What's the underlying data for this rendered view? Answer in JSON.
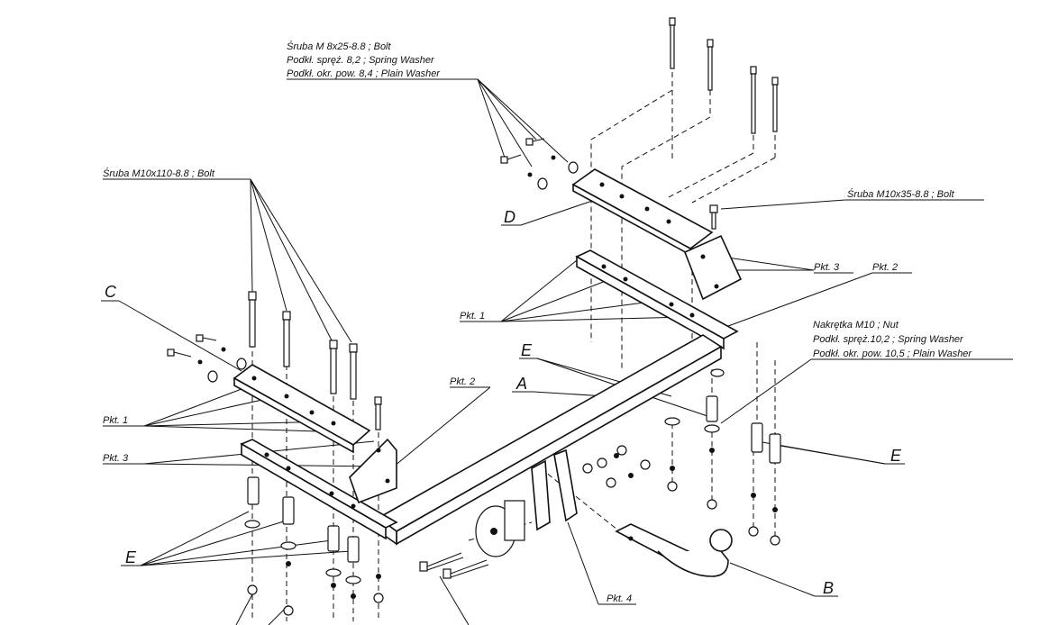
{
  "labels": {
    "bolt_m8": "Śruba M 8x25-8.8 ;  Bolt",
    "spring_washer_82": "Podkł. spręż. 8,2 ; Spring Washer",
    "plain_washer_84": "Podkł. okr. pow. 8,4 ; Plain Washer",
    "bolt_m10x110": "Śruba M10x110-8.8 ;  Bolt",
    "bolt_m10x35": "Śruba M10x35-8.8 ;  Bolt",
    "nut_m10": "Nakrętka  M10 ; Nut",
    "spring_washer_102": "Podkł. spręż.10,2 ; Spring Washer",
    "plain_washer_105": "Podkł. okr. pow. 10,5 ; Plain Washer",
    "pkt1_left": "Pkt. 1",
    "pkt1_right": "Pkt. 1",
    "pkt2_left": "Pkt. 2",
    "pkt2_right": "Pkt. 2",
    "pkt3_left": "Pkt. 3",
    "pkt3_right": "Pkt. 3",
    "pkt4": "Pkt. 4",
    "letter_a": "A",
    "letter_b": "B",
    "letter_c": "C",
    "letter_d": "D",
    "letter_e_top": "E",
    "letter_e_left": "E",
    "letter_e_right": "E"
  }
}
